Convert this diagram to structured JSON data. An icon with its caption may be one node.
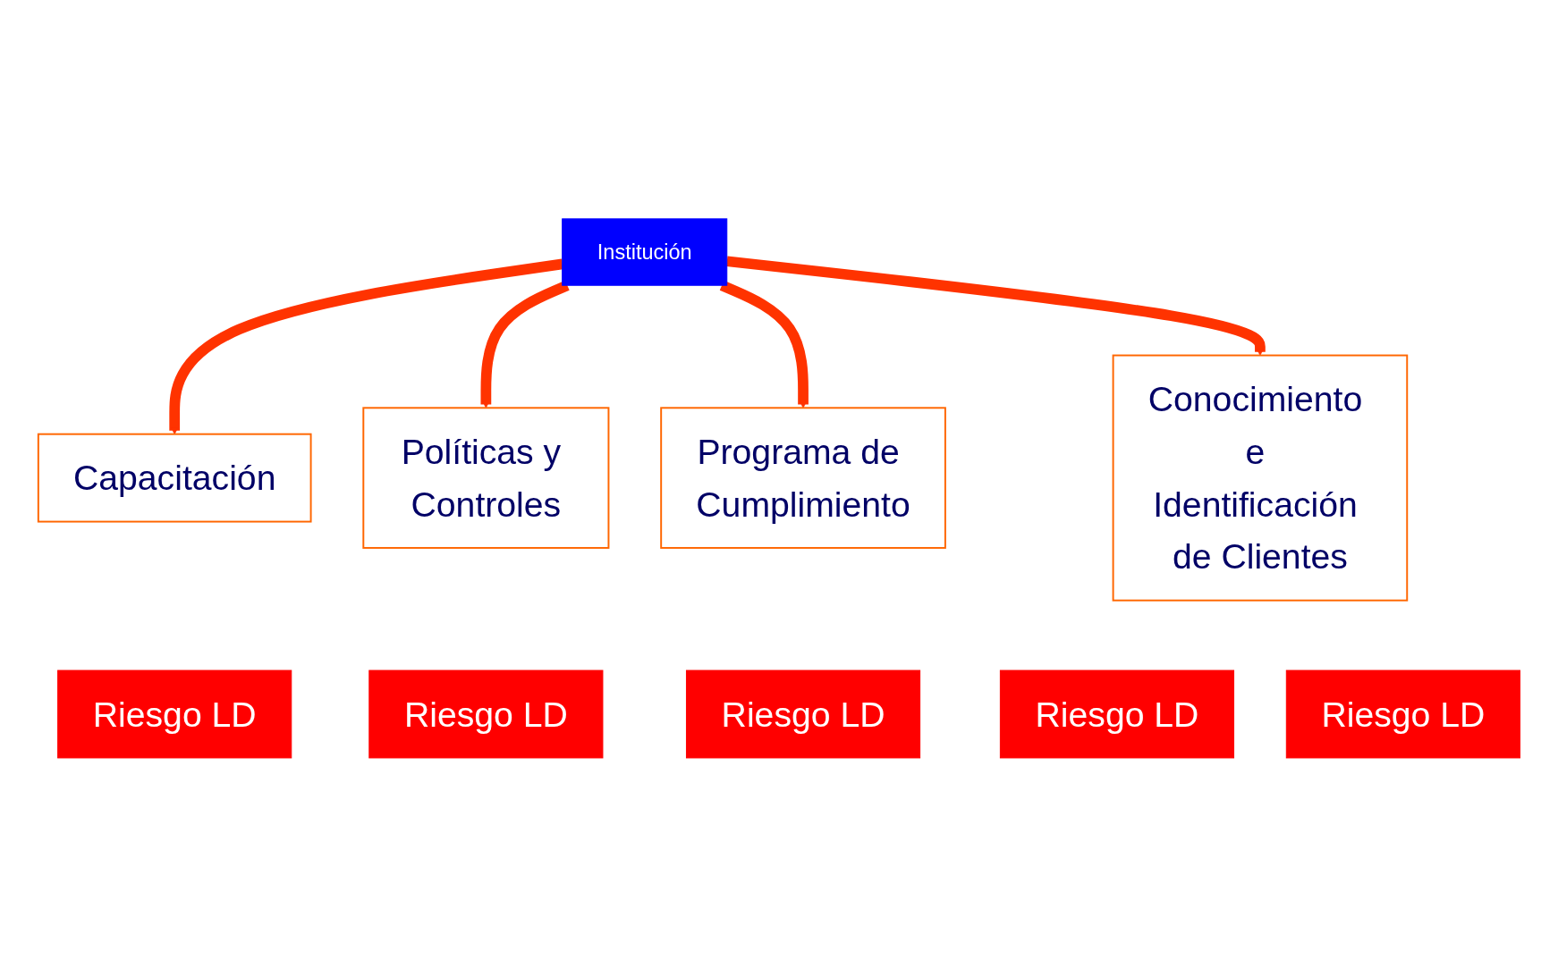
{
  "diagram": {
    "nodes": [
      {
        "text": [
          "Riesgo LD"
        ]
      },
      {
        "text": [
          "Riesgo LD"
        ]
      },
      {
        "text": [
          "Riesgo LD"
        ]
      },
      {
        "text": [
          "Capacitación"
        ]
      },
      {
        "text": [
          "Políticas y Controles"
        ]
      },
      {
        "text": [
          "Institución"
        ]
      },
      {
        "text": [
          "Programa de Cumplimiento"
        ]
      },
      {
        "text": [
          "Conocimiento e Identificación de Clientes"
        ]
      },
      {
        "text": [
          "Riesgo LD"
        ]
      },
      {
        "text": [
          "Riesgo LD"
        ]
      }
    ],
    "edges": [
      {
        "from": 5,
        "to": 3,
        "arrow": "to",
        "color": "#ff3300"
      },
      {
        "from": 5,
        "to": 4,
        "arrow": "to",
        "color": "#ff3300"
      },
      {
        "from": 5,
        "to": 6,
        "arrow": "to",
        "color": "#ff3300"
      },
      {
        "from": 5,
        "to": 7,
        "arrow": "to",
        "color": "#ff3300"
      }
    ]
  }
}
